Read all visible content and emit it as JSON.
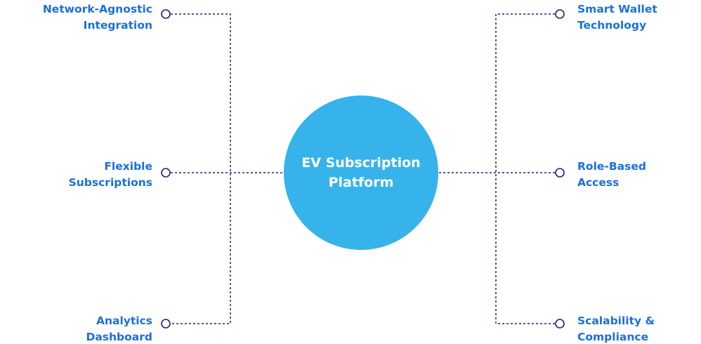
{
  "center": {
    "title": "EV Subscription Platform"
  },
  "features_left": [
    {
      "label": "Network-Agnostic\nIntegration"
    },
    {
      "label": "Flexible\nSubscriptions"
    },
    {
      "label": "Analytics\nDashboard"
    }
  ],
  "features_right": [
    {
      "label": "Smart Wallet\nTechnology"
    },
    {
      "label": "Role-Based\nAccess"
    },
    {
      "label": "Scalability &\nCompliance"
    }
  ],
  "colors": {
    "hub": "#36b3ea",
    "label": "#1a6fe0",
    "connector": "#241c80"
  }
}
